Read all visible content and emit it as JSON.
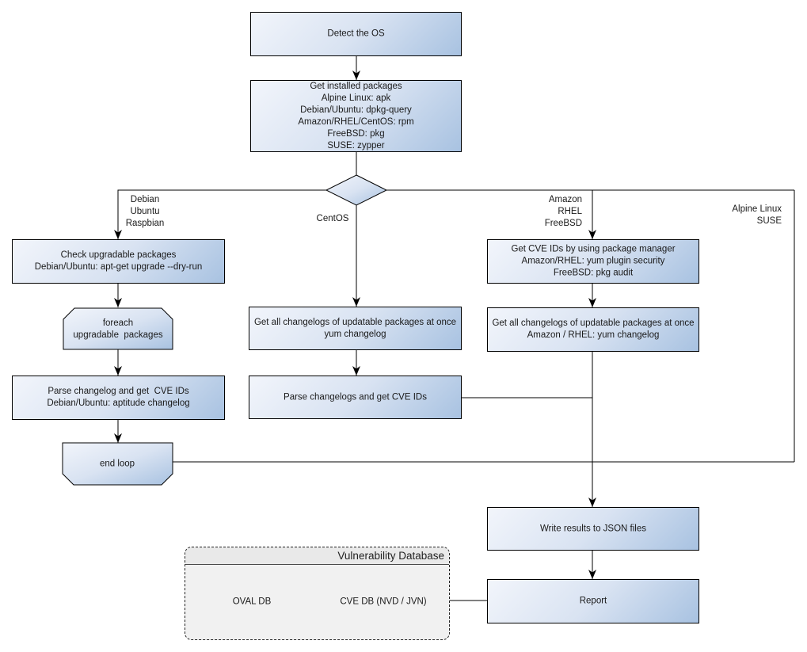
{
  "nodes": {
    "detect_os": "Detect the OS",
    "get_installed_packages": "Get installed packages\nAlpine Linux: apk\nDebian/Ubuntu: dpkg-query\nAmazon/RHEL/CentOS: rpm\nFreeBSD: pkg\nSUSE: zypper",
    "check_upgradable_packages": "Check upgradable packages\nDebian/Ubuntu: apt-get upgrade --dry-run",
    "foreach_loop_start": "foreach\nupgradable  packages",
    "parse_changelog_debian": "Parse changelog and get  CVE IDs\nDebian/Ubuntu: aptitude changelog",
    "end_loop": "end loop",
    "get_changelogs_centos": "Get all changelogs of updatable packages at once\nyum changelog",
    "parse_changelogs_centos": "Parse changelogs and get CVE IDs",
    "get_cve_ids_package_manager": "Get CVE IDs by using package manager\nAmazon/RHEL: yum plugin security\nFreeBSD: pkg audit",
    "get_changelogs_amazon": "Get all changelogs of updatable packages at once\nAmazon / RHEL: yum changelog",
    "write_results": "Write results to JSON files",
    "report": "Report"
  },
  "branch_labels": {
    "left": "Debian\nUbuntu\nRaspbian",
    "center": "CentOS",
    "right": "Amazon\nRHEL\nFreeBSD",
    "far_right": "Alpine Linux\nSUSE"
  },
  "vulnerability_database": {
    "title": "Vulnerability Database",
    "databases": [
      "OVAL DB",
      "CVE DB (NVD / JVN)"
    ]
  },
  "colors": {
    "node_fill_light": "#f2f5fb",
    "node_fill_dark": "#a8c2e1",
    "stroke": "#000000",
    "container_fill": "#f1f1f1",
    "text": "#1a1a1a"
  }
}
